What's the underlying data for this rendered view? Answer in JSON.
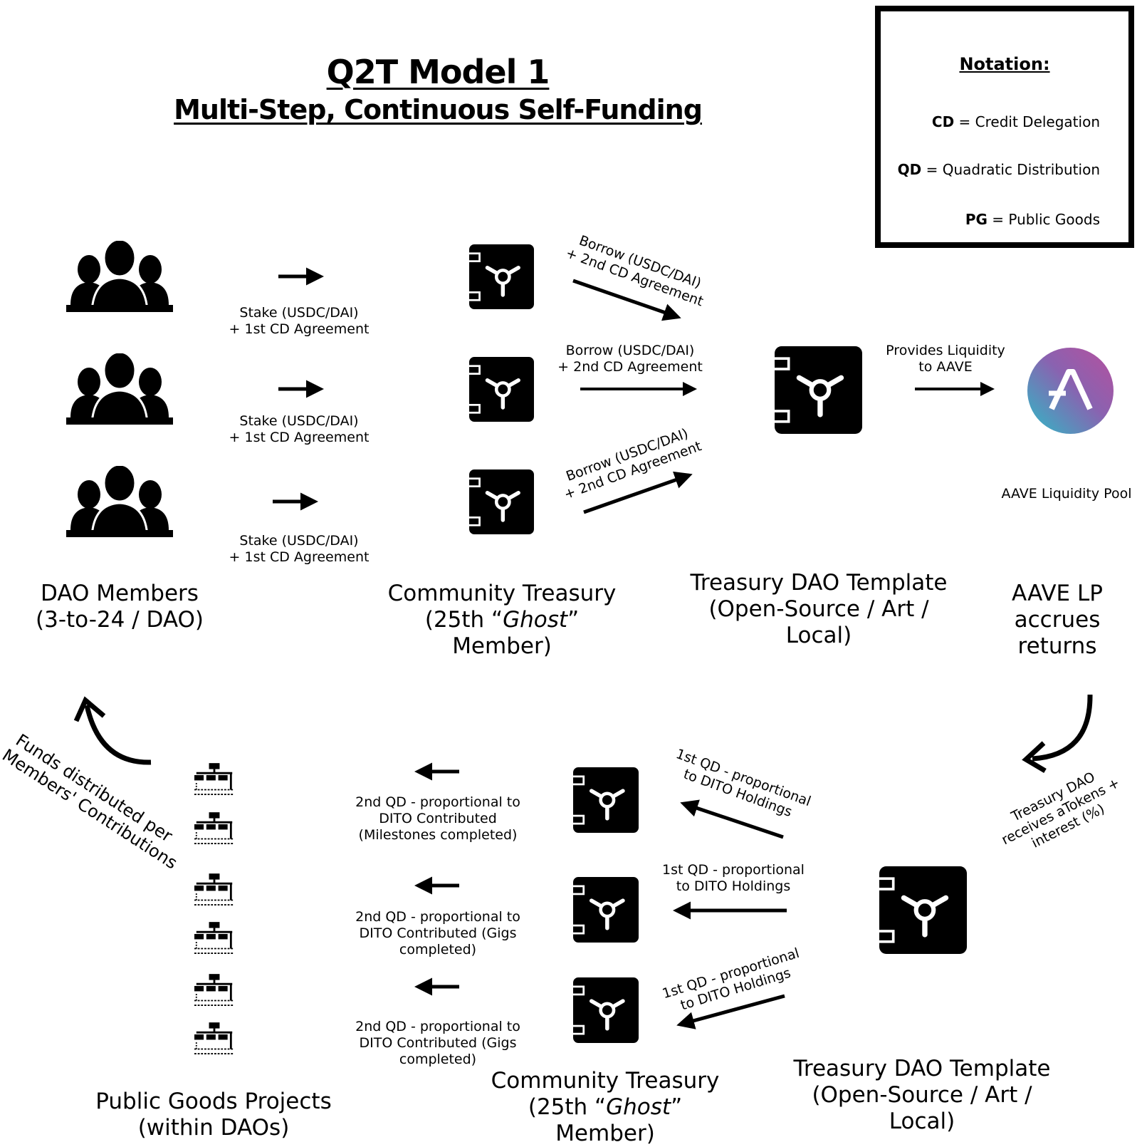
{
  "title": {
    "line1": "Q2T Model 1",
    "line2": "Multi-Step, Continuous Self-Funding"
  },
  "notation": {
    "heading": "Notation:",
    "rows": [
      {
        "abbr": "CD",
        "meaning": "= Credit Delegation"
      },
      {
        "abbr": "QD",
        "meaning": "= Quadratic Distribution"
      },
      {
        "abbr": "PG",
        "meaning": "= Public Goods"
      }
    ]
  },
  "top_row": {
    "stake_labels": [
      [
        "Stake (USDC/DAI)",
        "+ 1st CD Agreement"
      ],
      [
        "Stake (USDC/DAI)",
        "+ 1st CD Agreement"
      ],
      [
        "Stake (USDC/DAI)",
        "+ 1st CD Agreement"
      ]
    ],
    "borrow_labels": [
      [
        "Borrow (USDC/DAI)",
        "+ 2nd CD Agreement"
      ],
      [
        "Borrow (USDC/DAI)",
        "+ 2nd CD Agreement"
      ],
      [
        "Borrow (USDC/DAI)",
        "+ 2nd CD Agreement"
      ]
    ],
    "liquidity_label": [
      "Provides Liquidity",
      "to AAVE"
    ],
    "aave_pool_label": "AAVE Liquidity Pool",
    "dao_members": [
      "DAO Members",
      "(3-to-24 / DAO)"
    ],
    "community_treasury": {
      "line1": "Community Treasury",
      "line2_pre": "(25th “",
      "line2_em": "Ghost",
      "line2_post": "” Member)"
    },
    "treasury_template": [
      "Treasury DAO Template",
      "(Open-Source / Art /",
      "Local)"
    ],
    "aave_lp": [
      "AAVE LP",
      "accrues returns"
    ]
  },
  "bottom_row": {
    "receives_label": [
      "Treasury DAO",
      "receives aTokens +",
      "interest (%)"
    ],
    "first_qd_labels": [
      [
        "1st QD - proportional",
        "to DITO Holdings"
      ],
      [
        "1st QD - proportional",
        "to DITO Holdings"
      ],
      [
        "1st QD - proportional",
        "to DITO Holdings"
      ]
    ],
    "second_qd_labels": [
      [
        "2nd QD - proportional to",
        "DITO Contributed",
        "(Milestones completed)"
      ],
      [
        "2nd QD - proportional to",
        "DITO Contributed (Gigs",
        "completed)"
      ],
      [
        "2nd QD - proportional to",
        "DITO Contributed (Gigs",
        "completed)"
      ]
    ],
    "funds_label": [
      "Funds distributed per",
      "Members' Contributions"
    ],
    "public_goods": [
      "Public Goods Projects",
      "(within DAOs)"
    ],
    "community_treasury": {
      "line1": "Community Treasury",
      "line2_pre": "(25th “",
      "line2_em": "Ghost",
      "line2_post": "” Member)"
    },
    "treasury_template": [
      "Treasury DAO Template",
      "(Open-Source / Art /",
      "Local)"
    ]
  },
  "icons": {
    "people": "people-group-icon",
    "vault": "vault-icon",
    "org": "org-chart-icon",
    "aave": "aave-logo-icon"
  }
}
